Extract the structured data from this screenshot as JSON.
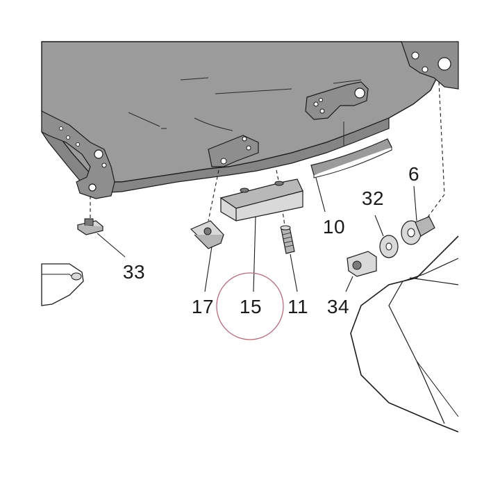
{
  "diagram": {
    "callouts": [
      {
        "id": "6",
        "label": "6"
      },
      {
        "id": "10",
        "label": "10"
      },
      {
        "id": "11",
        "label": "11"
      },
      {
        "id": "15",
        "label": "15"
      },
      {
        "id": "17",
        "label": "17"
      },
      {
        "id": "32",
        "label": "32"
      },
      {
        "id": "33",
        "label": "33"
      },
      {
        "id": "34",
        "label": "34"
      }
    ],
    "highlighted_callout": "15",
    "colors": {
      "panel_fill": "#9b9b9b",
      "panel_shade": "#858585",
      "line": "#1a1a1a",
      "highlight_circle": "#b56a7a",
      "part_fill": "#d9d9d9",
      "part_dark": "#7a7a7a"
    }
  }
}
